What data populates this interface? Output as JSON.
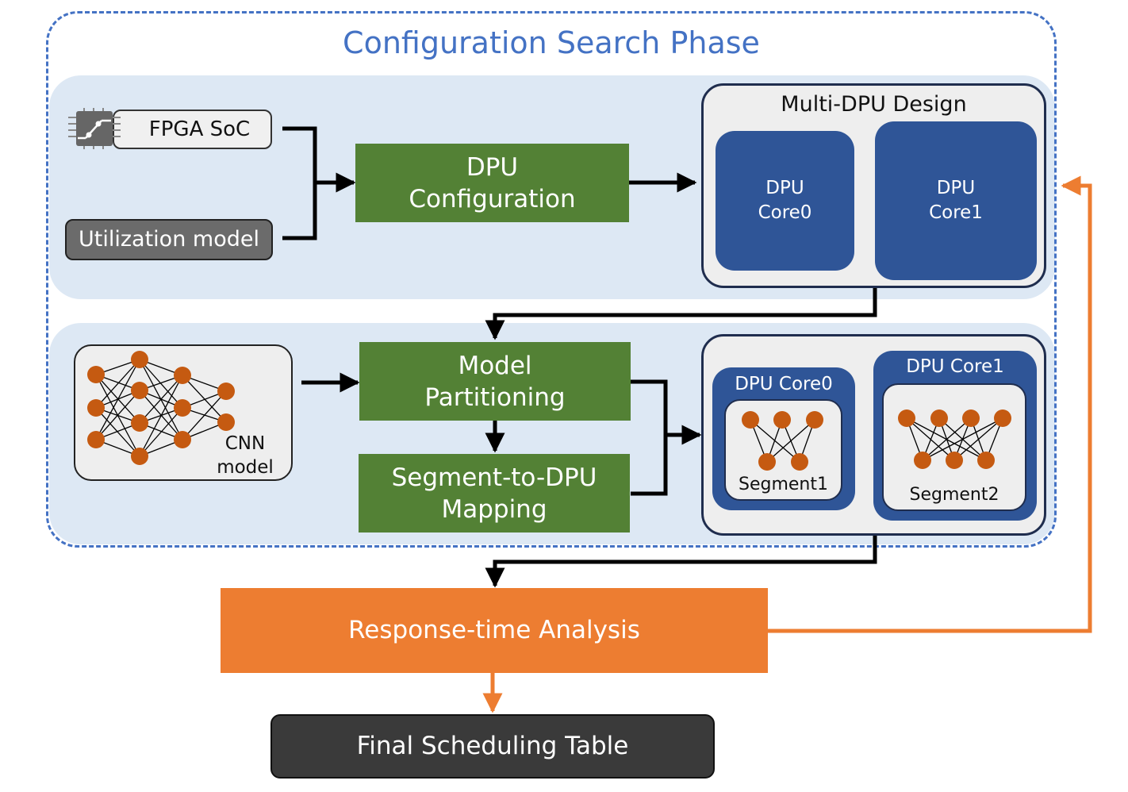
{
  "title": "Configuration Search Phase",
  "inputs": {
    "fpga_soc": "FPGA SoC",
    "utilization_model": "Utilization model",
    "cnn_model": [
      "CNN",
      "model"
    ]
  },
  "steps": {
    "dpu_configuration": [
      "DPU",
      "Configuration"
    ],
    "model_partitioning": [
      "Model",
      "Partitioning"
    ],
    "segment_mapping": [
      "Segment-to-DPU",
      "Mapping"
    ],
    "response_time_analysis": "Response-time Analysis",
    "final_scheduling_table": "Final Scheduling Table"
  },
  "multi_dpu_design": {
    "title": "Multi-DPU Design",
    "core0": [
      "DPU",
      "Core0"
    ],
    "core1": [
      "DPU",
      "Core1"
    ]
  },
  "segmented_design": {
    "core0_title": "DPU Core0",
    "core1_title": "DPU Core1",
    "segment1": "Segment1",
    "segment2": "Segment2"
  },
  "colors": {
    "dashed_border": "#4472c4",
    "panel": "#dde8f4",
    "green_step": "#538135",
    "dpu_core": "#2f5597",
    "orange": "#ed7d31",
    "node": "#c55a11"
  },
  "icons": [
    "chip-icon",
    "neural-network-icon"
  ]
}
